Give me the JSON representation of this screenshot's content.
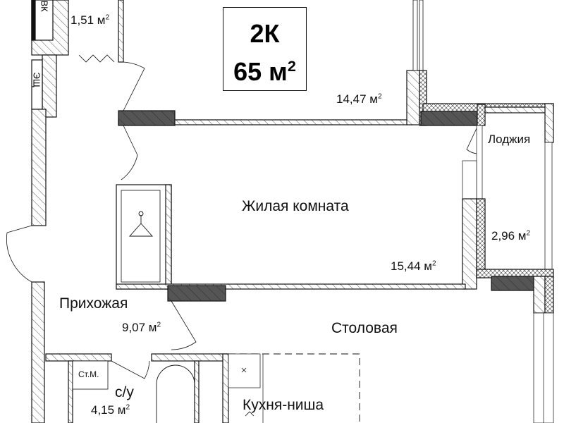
{
  "plan": {
    "type_label": "2К",
    "total_area": "65 м",
    "area_sup": "2"
  },
  "rooms": {
    "storage_area": "1,51 м",
    "bedroom_area": "14,47 м",
    "loggia_name": "Лоджия",
    "loggia_area": "2,96 м",
    "living_name": "Жилая комната",
    "living_area": "15,44 м",
    "hall_name": "Прихожая",
    "hall_area": "9,07 м",
    "dining_name": "Столовая",
    "bath_name": "с/у",
    "bath_area": "4,15 м",
    "washer_label": "Ст.М.",
    "kitchen_name": "Кухня-ниша"
  },
  "fixtures": {
    "water_label": "ВК",
    "panel_label": "ЭЩ"
  },
  "colors": {
    "wall_dark": "#555555",
    "line": "#111111"
  }
}
